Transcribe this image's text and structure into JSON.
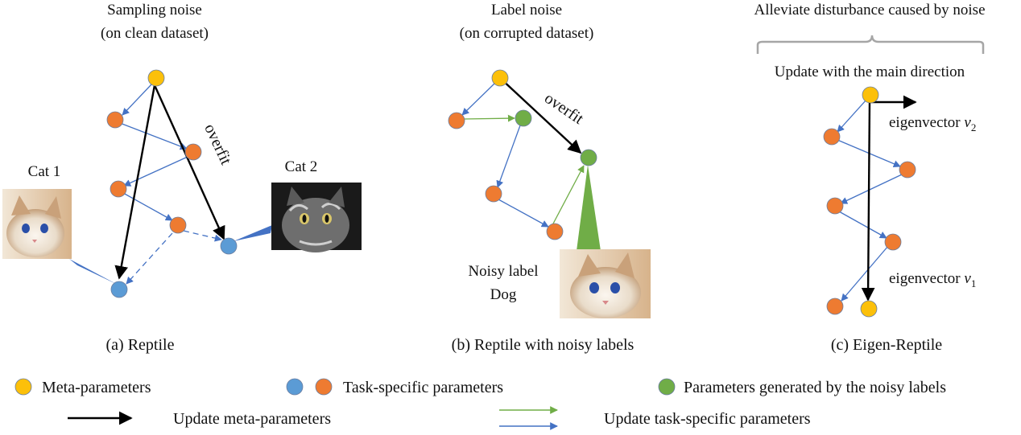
{
  "colors": {
    "meta": "#fcc00a",
    "task_orange": "#ee7b31",
    "task_blue": "#5b9bd5",
    "noisy_green": "#70ad47",
    "black_arrow": "#000000",
    "blue_arrow": "#4472c4",
    "green_arrow": "#70ad47",
    "brace": "#a6a6a6"
  },
  "panel_a": {
    "title_line1": "Sampling noise",
    "title_line2": "(on clean dataset)",
    "overfit_label": "overfit",
    "image1_label": "Cat 1",
    "image2_label": "Cat 2",
    "caption": "(a) Reptile"
  },
  "panel_b": {
    "title_line1": "Label noise",
    "title_line2": "(on corrupted dataset)",
    "overfit_label": "overfit",
    "noisy_label_line1": "Noisy label",
    "noisy_label_line2": "Dog",
    "caption": "(b) Reptile with noisy labels"
  },
  "panel_c": {
    "title": "Alleviate disturbance caused by noise",
    "subtitle": "Update with the main direction",
    "eigen2_text": "eigenvector ",
    "eigen2_var": "v",
    "eigen2_sub": "2",
    "eigen1_text": "eigenvector ",
    "eigen1_var": "v",
    "eigen1_sub": "1",
    "caption": "(c) Eigen-Reptile"
  },
  "legend": {
    "meta": "Meta-parameters",
    "task": "Task-specific parameters",
    "noisy": "Parameters generated by the noisy labels",
    "update_meta": "Update meta-parameters",
    "update_task": "Update task-specific parameters"
  }
}
